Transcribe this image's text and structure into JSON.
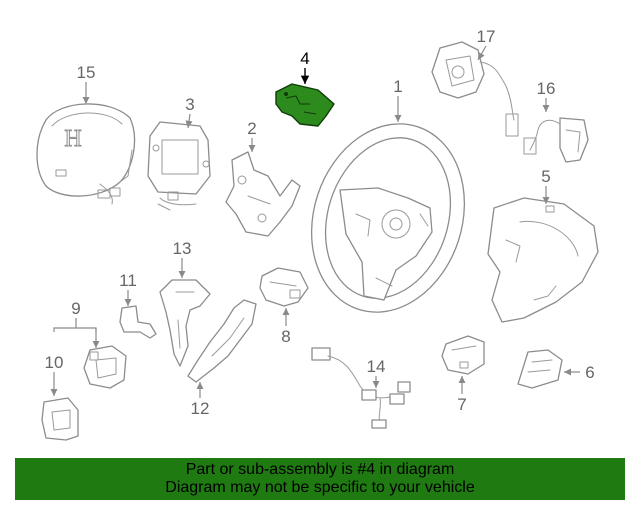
{
  "diagram": {
    "callouts": {
      "p1": "1",
      "p2": "2",
      "p3": "3",
      "p4": "4",
      "p5": "5",
      "p6": "6",
      "p7": "7",
      "p8": "8",
      "p9": "9",
      "p10": "10",
      "p11": "11",
      "p12": "12",
      "p13": "13",
      "p14": "14",
      "p15": "15",
      "p16": "16",
      "p17": "17"
    },
    "highlighted_part": "4",
    "airbag_logo": "H"
  },
  "banner": {
    "line1": "Part or sub-assembly is #4 in diagram",
    "line2": "Diagram may not be specific to your vehicle"
  },
  "colors": {
    "highlight": "#2d8a1c",
    "banner": "#1f7a12",
    "line": "#8c8c8c"
  }
}
